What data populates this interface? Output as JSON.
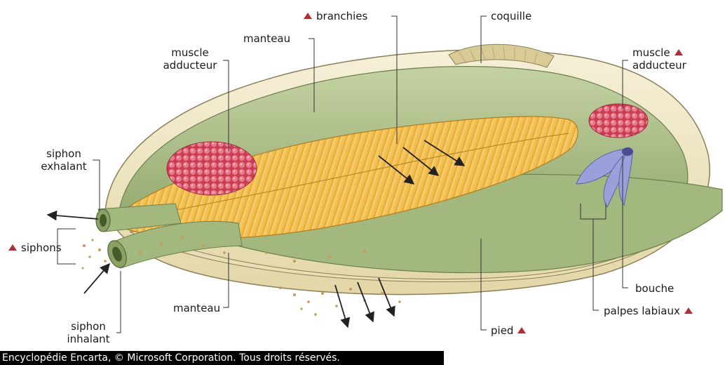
{
  "labels": {
    "branchies": "branchies",
    "coquille": "coquille",
    "manteau_top": "manteau",
    "muscle_left_1": "muscle",
    "muscle_left_2": "adducteur",
    "muscle_right_1": "muscle",
    "muscle_right_2": "adducteur",
    "siphon_exh_1": "siphon",
    "siphon_exh_2": "exhalant",
    "siphons": "siphons",
    "siphon_inh_1": "siphon",
    "siphon_inh_2": "inhalant",
    "manteau_bottom": "manteau",
    "pied": "pied",
    "bouche": "bouche",
    "palpes": "palpes labiaux"
  },
  "footer": "Encyclopédie Encarta, © Microsoft Corporation. Tous droits réservés.",
  "colors": {
    "link_triangle": "#a8323a",
    "shell": "#efe7c4",
    "mantle": "#a9bd85",
    "gills": "#f4c34a",
    "muscle": "#d64a5e",
    "palps": "#8f95d2"
  }
}
